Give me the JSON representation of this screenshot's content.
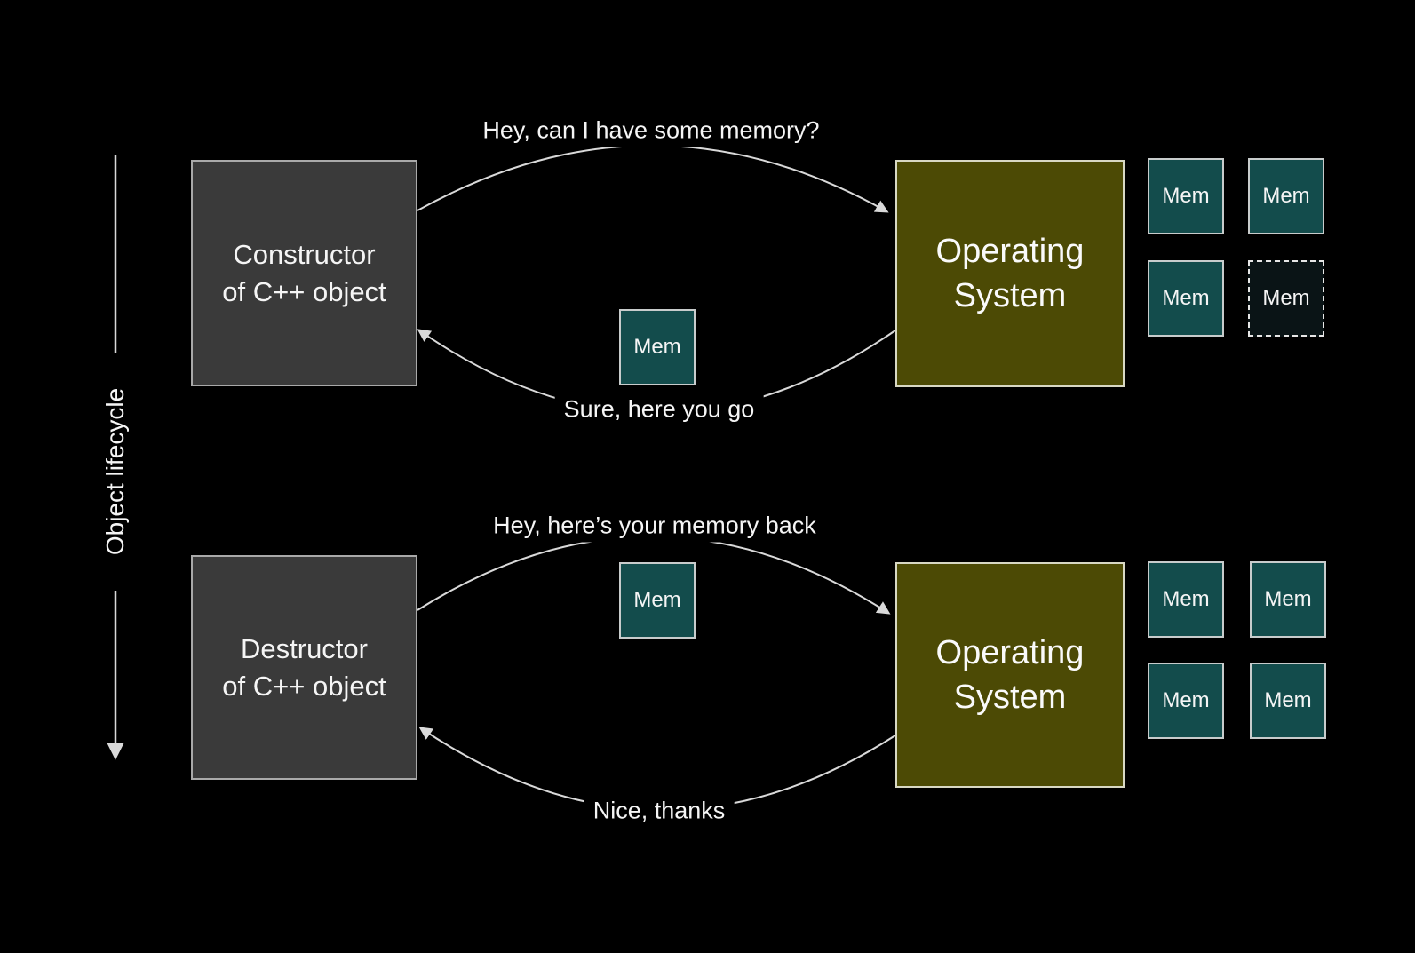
{
  "palette": {
    "background": "#000000",
    "actor_box_fill": "#3a3a3a",
    "actor_box_border": "#a9a9a9",
    "os_box_fill": "#4c4a05",
    "os_box_border": "#d8d8c4",
    "mem_box_fill": "#134c4c",
    "mem_box_border": "#c8cccc",
    "mem_box_freed_fill": "#0a1416",
    "arrow_line_color": "#d9d9d9",
    "text_color": "#f5f5f5"
  },
  "lifecycle_axis": {
    "label": "Object lifecycle"
  },
  "allocation_flow": {
    "actor_label": "Constructor\nof C++ object",
    "os_label": "Operating\nSystem",
    "request_label": "Hey, can I have some memory?",
    "response_label": "Sure, here you go",
    "transfer_mem": {
      "label": "Mem"
    },
    "mem_grid": [
      {
        "label": "Mem",
        "state": "allocated"
      },
      {
        "label": "Mem",
        "state": "allocated"
      },
      {
        "label": "Mem",
        "state": "allocated"
      },
      {
        "label": "Mem",
        "state": "freed"
      }
    ]
  },
  "deallocation_flow": {
    "actor_label": "Destructor\nof C++ object",
    "os_label": "Operating\nSystem",
    "request_label": "Hey, here’s your memory back",
    "response_label": "Nice, thanks",
    "transfer_mem": {
      "label": "Mem"
    },
    "mem_grid": [
      {
        "label": "Mem",
        "state": "allocated"
      },
      {
        "label": "Mem",
        "state": "allocated"
      },
      {
        "label": "Mem",
        "state": "allocated"
      },
      {
        "label": "Mem",
        "state": "allocated"
      }
    ]
  }
}
